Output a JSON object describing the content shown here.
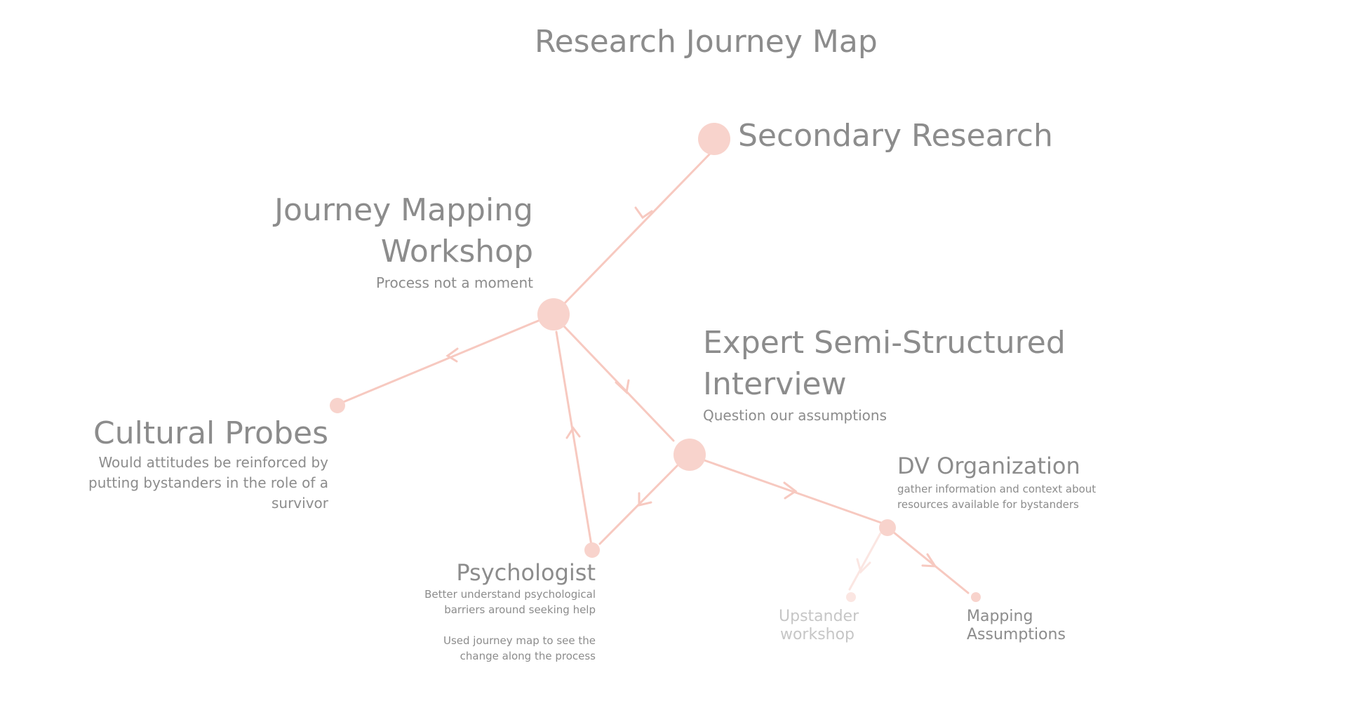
{
  "title": "Research Journey Map",
  "colors": {
    "node": "#f8d3cc",
    "edge": "#f7c9c0",
    "edge_faded": "#fbe6e2",
    "text": "#8c8c8c",
    "text_faded": "#c6c6c6"
  },
  "nodes": {
    "secondary_research": {
      "label": "Secondary Research"
    },
    "journey_mapping": {
      "label_line1": "Journey Mapping",
      "label_line2": "Workshop",
      "note": "Process not a moment"
    },
    "expert_interview": {
      "label_line1": "Expert Semi-Structured",
      "label_line2": "Interview",
      "note": "Question our assumptions"
    },
    "cultural_probes": {
      "label": "Cultural Probes",
      "note_line1": "Would attitudes be reinforced by",
      "note_line2": "putting bystanders in the role of a",
      "note_line3": "survivor"
    },
    "dv_organization": {
      "label": "DV Organization",
      "note_line1": "gather information and context about",
      "note_line2": "resources available for bystanders"
    },
    "psychologist": {
      "label": "Psychologist",
      "note_line1": "Better understand psychological",
      "note_line2": "barriers around seeking help",
      "note_line3": "Used journey map to see the",
      "note_line4": "change along the process"
    },
    "upstander_workshop": {
      "label_line1": "Upstander",
      "label_line2": "workshop"
    },
    "mapping_assumptions": {
      "label_line1": "Mapping",
      "label_line2": "Assumptions"
    }
  }
}
